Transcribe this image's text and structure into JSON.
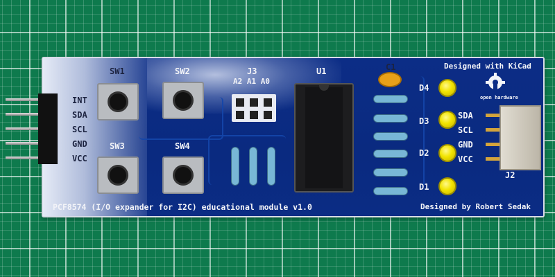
{
  "pcb": {
    "header_labels": [
      "INT",
      "SDA",
      "SCL",
      "GND",
      "VCC"
    ],
    "right_labels": [
      "SDA",
      "SCL",
      "GND",
      "VCC"
    ],
    "buttons": [
      "SW1",
      "SW2",
      "SW3",
      "SW4"
    ],
    "jumper_ref": "J3",
    "jumper_labels": "A2 A1 A0",
    "ic_ref": "U1",
    "cap_ref": "C1",
    "leds": [
      "D4",
      "D3",
      "D2",
      "D1"
    ],
    "connector_ref": "J2",
    "designed_with": "Designed with KiCad",
    "logo_text": "open hardware",
    "bottom_left_text": "PCF8574 (I/O expander for I2C) educational module v1.0",
    "bottom_right_text": "Designed by Robert Sedak",
    "colors": {
      "board": "#0b2c84",
      "mat": "#0e7a4d",
      "led": "#f2e400",
      "silk": "#f3f4f8"
    }
  }
}
